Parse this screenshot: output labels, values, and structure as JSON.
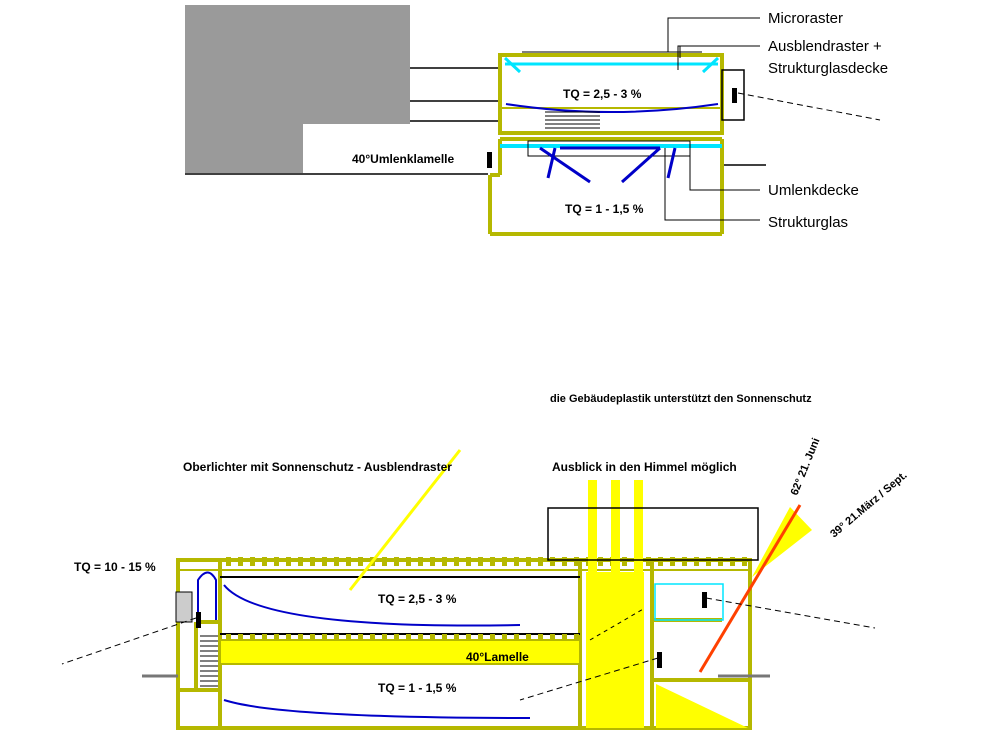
{
  "top_section": {
    "labels": {
      "microraster": "Microraster",
      "ausblendraster": "Ausblendraster +",
      "strukturglasdecke": "Strukturglasdecke",
      "umlenkdecke": "Umlenkdecke",
      "strukturglas": "Strukturglas",
      "umlenklamelle": "40°Umlenklamelle",
      "tq_upper": "TQ = 2,5 - 3 %",
      "tq_lower": "TQ = 1 - 1,5 %"
    }
  },
  "bottom_section": {
    "labels": {
      "gebaeudeplastik": "die Gebäudeplastik unterstützt den Sonnenschutz",
      "oberlichter": "Oberlichter mit Sonnenschutz - Ausblendraster",
      "ausblick": "Ausblick in den Himmel möglich",
      "tq_left": "TQ = 10 - 15 %",
      "tq_upper": "TQ = 2,5 - 3 %",
      "tq_lower": "TQ = 1 - 1,5 %",
      "lamelle": "40°Lamelle",
      "angle_june": "62° 21. Juni",
      "angle_march": "39° 21.März / Sept."
    }
  },
  "colors": {
    "structure": "#b5b800",
    "yellow": "#ffff00",
    "blue": "#0000c8",
    "cyan": "#00e5ff",
    "red": "#ff4000",
    "gray": "#9a9a9a"
  }
}
